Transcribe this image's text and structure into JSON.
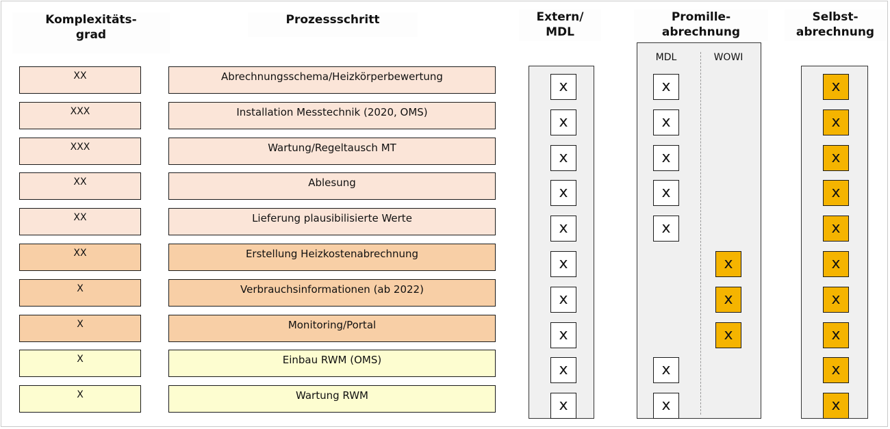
{
  "headers": {
    "komplexitaet": "Komplexitäts-\ngrad",
    "prozessschritt": "Prozessschritt",
    "extern": "Extern/\nMDL",
    "promille": "Promille-\nabrechnung",
    "selbst": "Selbst-\nabrechnung"
  },
  "subheaders": {
    "mdl": "MDL",
    "wowi": "WOWI"
  },
  "mark_label": "X",
  "colors": {
    "light_peach": "#fbe5d8",
    "orange": "#f8cfa6",
    "pale_yellow": "#fdfdd0",
    "gold": "#f5b400",
    "panel_grey": "#f0f0f0"
  },
  "rows": [
    {
      "complexity": "XX",
      "step": "Abrechnungsschema/Heizkörperbewertung",
      "color": "light_peach",
      "extern": true,
      "mdl": true,
      "wowi": false,
      "selbst": true
    },
    {
      "complexity": "XXX",
      "step": "Installation Messtechnik (2020, OMS)",
      "color": "light_peach",
      "extern": true,
      "mdl": true,
      "wowi": false,
      "selbst": true
    },
    {
      "complexity": "XXX",
      "step": "Wartung/Regeltausch MT",
      "color": "light_peach",
      "extern": true,
      "mdl": true,
      "wowi": false,
      "selbst": true
    },
    {
      "complexity": "XX",
      "step": "Ablesung",
      "color": "light_peach",
      "extern": true,
      "mdl": true,
      "wowi": false,
      "selbst": true
    },
    {
      "complexity": "XX",
      "step": "Lieferung plausibilisierte Werte",
      "color": "light_peach",
      "extern": true,
      "mdl": true,
      "wowi": false,
      "selbst": true
    },
    {
      "complexity": "XX",
      "step": "Erstellung Heizkostenabrechnung",
      "color": "orange",
      "extern": true,
      "mdl": false,
      "wowi": true,
      "selbst": true
    },
    {
      "complexity": "X",
      "step": "Verbrauchsinformationen (ab 2022)",
      "color": "orange",
      "extern": true,
      "mdl": false,
      "wowi": true,
      "selbst": true
    },
    {
      "complexity": "X",
      "step": "Monitoring/Portal",
      "color": "orange",
      "extern": true,
      "mdl": false,
      "wowi": true,
      "selbst": true
    },
    {
      "complexity": "X",
      "step": "Einbau RWM (OMS)",
      "color": "pale_yellow",
      "extern": true,
      "mdl": true,
      "wowi": false,
      "selbst": true
    },
    {
      "complexity": "X",
      "step": "Wartung RWM",
      "color": "pale_yellow",
      "extern": true,
      "mdl": true,
      "wowi": false,
      "selbst": true
    }
  ]
}
